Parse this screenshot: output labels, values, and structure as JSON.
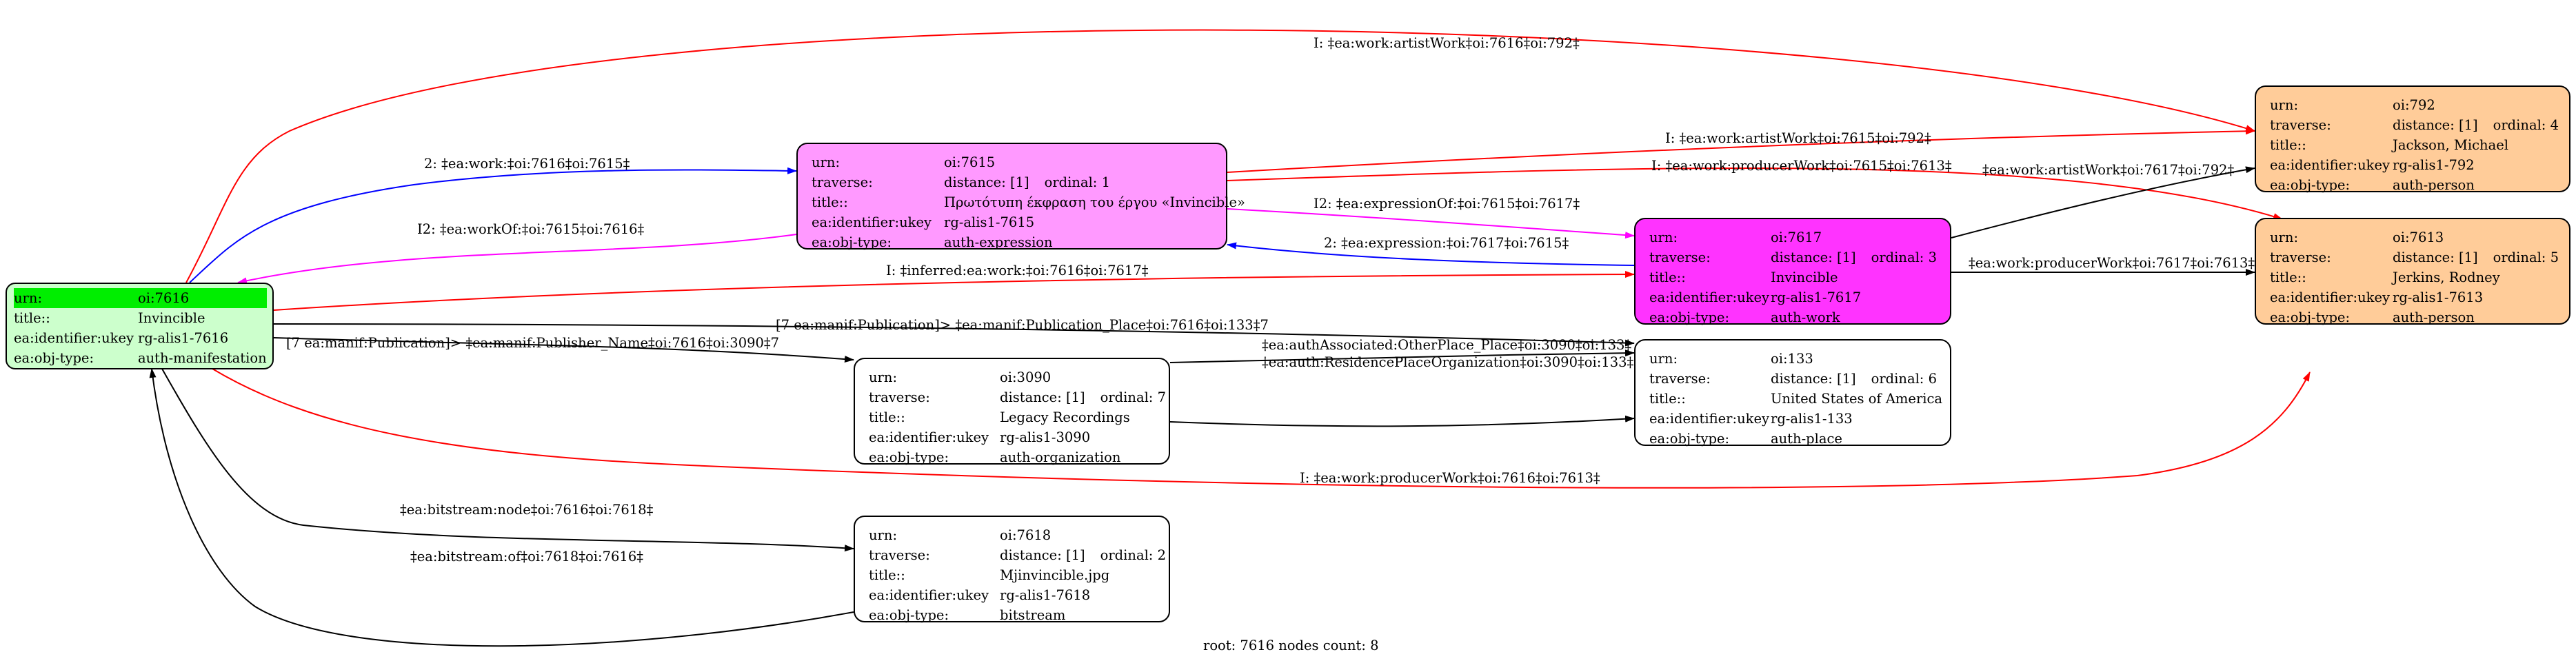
{
  "colors": {
    "root_fill": "#ccffcc",
    "root_highlight": "#00ee00",
    "expression_fill": "#ff99ff",
    "work_fill": "#ff33ff",
    "person_fill": "#ffcc99",
    "plain_fill": "#ffffff",
    "edge_red": "#ff0000",
    "edge_blue": "#0000ff",
    "edge_magenta": "#ff00ff",
    "edge_black": "#000000"
  },
  "nodes": {
    "n7616": {
      "urn_key": "urn:",
      "urn": "oi:7616",
      "title_key": "title::",
      "title": "Invincible",
      "ukey_key": "ea:identifier:ukey",
      "ukey": "rg-alis1-7616",
      "type_key": "ea:obj-type:",
      "type": "auth-manifestation"
    },
    "n7615": {
      "urn_key": "urn:",
      "urn": "oi:7615",
      "traverse_key": "traverse:",
      "distance": "distance: [1]",
      "ordinal": "ordinal: 1",
      "title_key": "title::",
      "title": "Πρωτότυπη έκφραση του έργου «Invincible»",
      "ukey_key": "ea:identifier:ukey",
      "ukey": "rg-alis1-7615",
      "type_key": "ea:obj-type:",
      "type": "auth-expression"
    },
    "n7617": {
      "urn_key": "urn:",
      "urn": "oi:7617",
      "traverse_key": "traverse:",
      "distance": "distance: [1]",
      "ordinal": "ordinal: 3",
      "title_key": "title::",
      "title": "Invincible",
      "ukey_key": "ea:identifier:ukey",
      "ukey": "rg-alis1-7617",
      "type_key": "ea:obj-type:",
      "type": "auth-work"
    },
    "n792": {
      "urn_key": "urn:",
      "urn": "oi:792",
      "traverse_key": "traverse:",
      "distance": "distance: [1]",
      "ordinal": "ordinal: 4",
      "title_key": "title::",
      "title": "Jackson, Michael",
      "ukey_key": "ea:identifier:ukey",
      "ukey": "rg-alis1-792",
      "type_key": "ea:obj-type:",
      "type": "auth-person"
    },
    "n7613": {
      "urn_key": "urn:",
      "urn": "oi:7613",
      "traverse_key": "traverse:",
      "distance": "distance: [1]",
      "ordinal": "ordinal: 5",
      "title_key": "title::",
      "title": "Jerkins, Rodney",
      "ukey_key": "ea:identifier:ukey",
      "ukey": "rg-alis1-7613",
      "type_key": "ea:obj-type:",
      "type": "auth-person"
    },
    "n3090": {
      "urn_key": "urn:",
      "urn": "oi:3090",
      "traverse_key": "traverse:",
      "distance": "distance: [1]",
      "ordinal": "ordinal: 7",
      "title_key": "title::",
      "title": "Legacy Recordings",
      "ukey_key": "ea:identifier:ukey",
      "ukey": "rg-alis1-3090",
      "type_key": "ea:obj-type:",
      "type": "auth-organization"
    },
    "n133": {
      "urn_key": "urn:",
      "urn": "oi:133",
      "traverse_key": "traverse:",
      "distance": "distance: [1]",
      "ordinal": "ordinal: 6",
      "title_key": "title::",
      "title": "United States of America",
      "ukey_key": "ea:identifier:ukey",
      "ukey": "rg-alis1-133",
      "type_key": "ea:obj-type:",
      "type": "auth-place"
    },
    "n7618": {
      "urn_key": "urn:",
      "urn": "oi:7618",
      "traverse_key": "traverse:",
      "distance": "distance: [1]",
      "ordinal": "ordinal: 2",
      "title_key": "title::",
      "title": "Mjinvincible.jpg",
      "ukey_key": "ea:identifier:ukey",
      "ukey": "rg-alis1-7618",
      "type_key": "ea:obj-type:",
      "type": "bitstream"
    }
  },
  "edges": [
    {
      "id": "e1",
      "label": "I: ‡ea:work:artistWork‡oi:7616‡oi:792‡",
      "color": "red"
    },
    {
      "id": "e2",
      "label": "2: ‡ea:work:‡oi:7616‡oi:7615‡",
      "color": "blue"
    },
    {
      "id": "e3",
      "label": "I2: ‡ea:workOf:‡oi:7615‡oi:7616‡",
      "color": "magenta"
    },
    {
      "id": "e4",
      "label": "I: ‡ea:work:artistWork‡oi:7615‡oi:792‡",
      "color": "red"
    },
    {
      "id": "e5",
      "label": "I: ‡ea:work:producerWork‡oi:7615‡oi:7613‡",
      "color": "red"
    },
    {
      "id": "e6",
      "label": "I2: ‡ea:expressionOf:‡oi:7615‡oi:7617‡",
      "color": "magenta"
    },
    {
      "id": "e7",
      "label": "2: ‡ea:expression:‡oi:7617‡oi:7615‡",
      "color": "blue"
    },
    {
      "id": "e8",
      "label": "‡ea:work:artistWork‡oi:7617‡oi:792‡",
      "color": "black"
    },
    {
      "id": "e9",
      "label": "‡ea:work:producerWork‡oi:7617‡oi:7613‡",
      "color": "black"
    },
    {
      "id": "e10",
      "label": "I: ‡inferred:ea:work:‡oi:7616‡oi:7617‡",
      "color": "red"
    },
    {
      "id": "e11",
      "label": "[7 ea:manif:Publication]> ‡ea:manif:Publication_Place‡oi:7616‡oi:133‡7",
      "color": "black"
    },
    {
      "id": "e12",
      "label": "[7 ea:manif:Publication]> ‡ea:manif:Publisher_Name‡oi:7616‡oi:3090‡7",
      "color": "black"
    },
    {
      "id": "e13",
      "label": "‡ea:authAssociated:OtherPlace_Place‡oi:3090‡oi:133‡",
      "color": "black"
    },
    {
      "id": "e14",
      "label": "‡ea:auth:ResidencePlaceOrganization‡oi:3090‡oi:133‡",
      "color": "black"
    },
    {
      "id": "e15",
      "label": "I: ‡ea:work:producerWork‡oi:7616‡oi:7613‡",
      "color": "red"
    },
    {
      "id": "e16",
      "label": "‡ea:bitstream:node‡oi:7616‡oi:7618‡",
      "color": "black"
    },
    {
      "id": "e17",
      "label": "‡ea:bitstream:of‡oi:7618‡oi:7616‡",
      "color": "black"
    }
  ],
  "footer": "root: 7616 nodes count: 8"
}
